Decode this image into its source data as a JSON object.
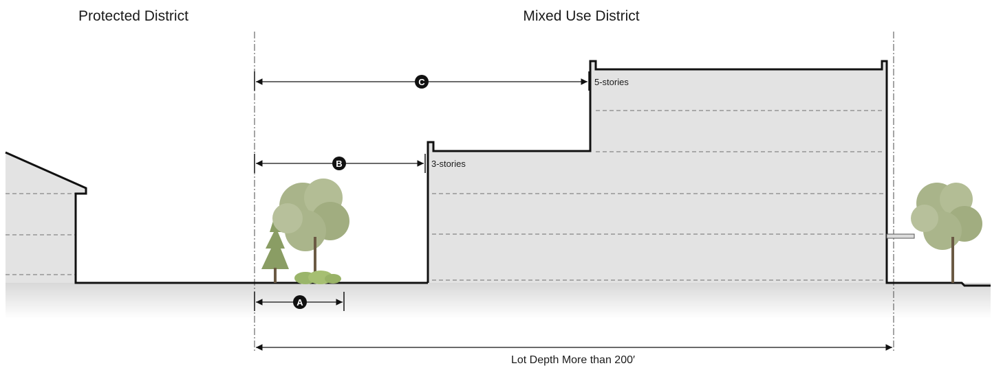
{
  "headings": {
    "protected": "Protected District",
    "mixed_use": "Mixed Use District"
  },
  "dimensions": {
    "a": "A",
    "b": "B",
    "c": "C"
  },
  "story_labels": {
    "three": "3-stories",
    "five": "5-stories"
  },
  "lot_depth_label": "Lot Depth More than 200′",
  "colors": {
    "building_fill": "#e3e3e3",
    "ground_gradient_top": "#dadada",
    "outline": "#111111",
    "tree_foliage": "#a9b48a",
    "tree_conifer": "#8a9d64"
  },
  "icons": {
    "tree": "deciduous-tree-icon",
    "conifer": "conifer-tree-icon",
    "shrub": "shrub-icon"
  }
}
